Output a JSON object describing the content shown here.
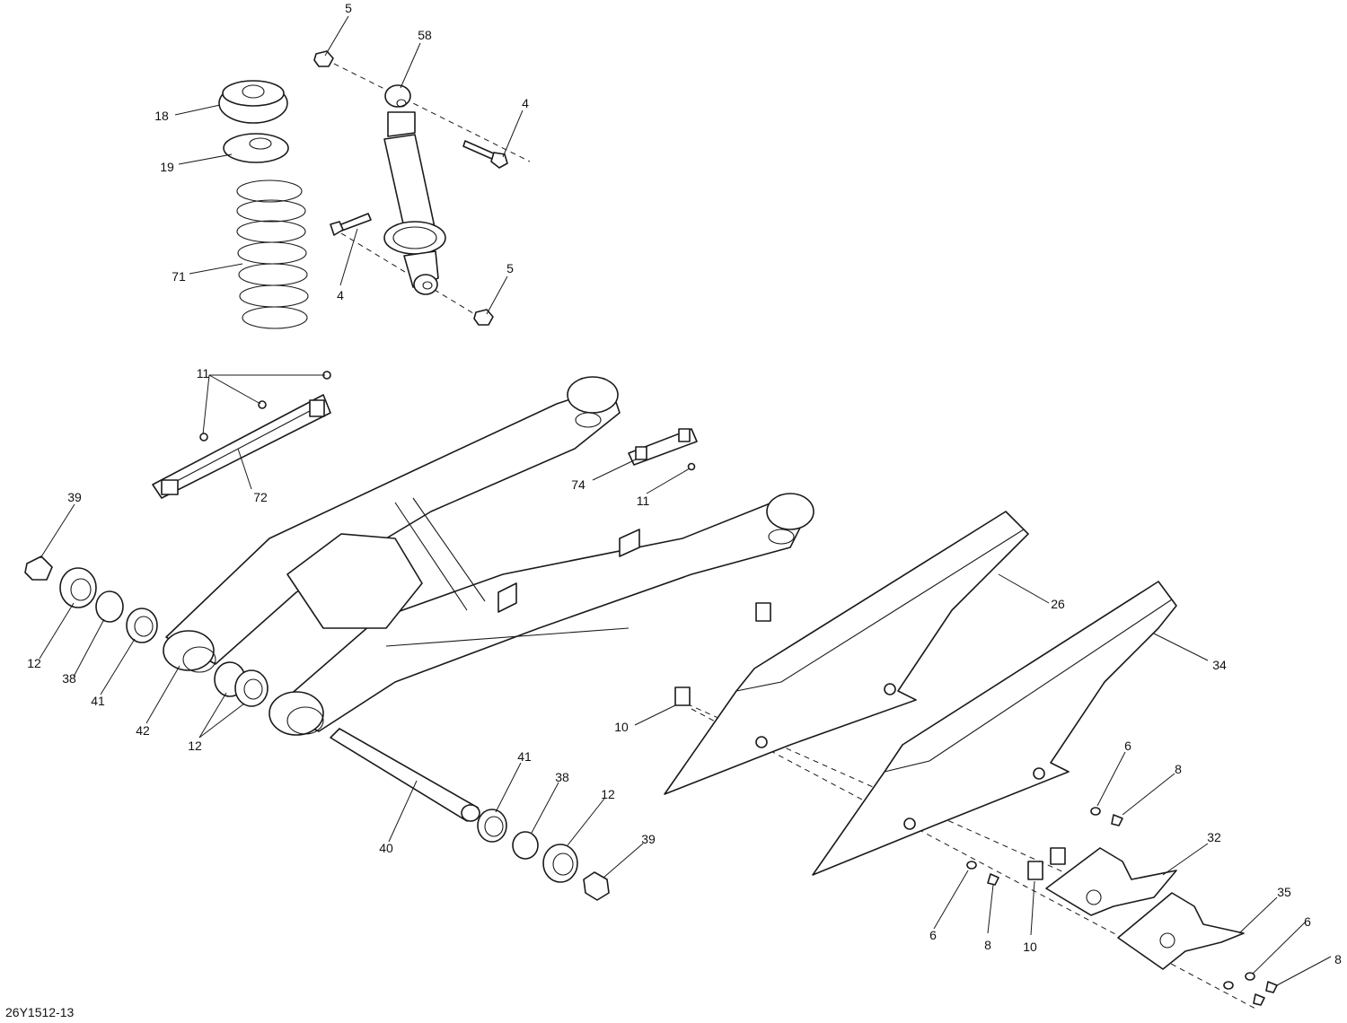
{
  "diagram_code": "26Y1512-13",
  "callouts": {
    "c5a": "5",
    "c58": "58",
    "c4a": "4",
    "c18": "18",
    "c19": "19",
    "c71": "71",
    "c4b": "4",
    "c5b": "5",
    "c11a": "11",
    "c72": "72",
    "c74": "74",
    "c11b": "11",
    "c39a": "39",
    "c12a": "12",
    "c38a": "38",
    "c41a": "41",
    "c42": "42",
    "c12b": "12",
    "c26": "26",
    "c34": "34",
    "c10a": "10",
    "c40": "40",
    "c41b": "41",
    "c38b": "38",
    "c12c": "12",
    "c39b": "39",
    "c6a": "6",
    "c8a": "8",
    "c6b": "6",
    "c8b": "8",
    "c10b": "10",
    "c32": "32",
    "c35": "35",
    "c6c": "6",
    "c8c": "8"
  }
}
